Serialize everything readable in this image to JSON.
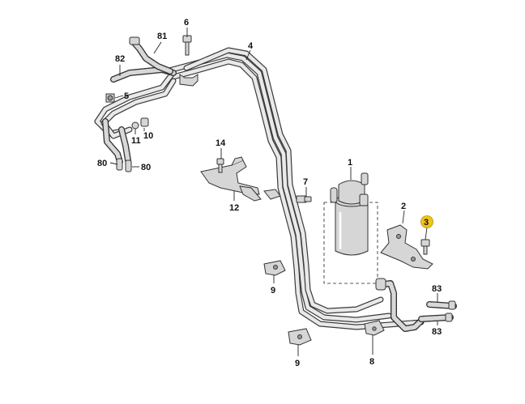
{
  "colors": {
    "line": "#333333",
    "part_fill": "#d6d6d6",
    "highlight": "#f0c419"
  },
  "callouts": {
    "c1": "1",
    "c2": "2",
    "c3": "3",
    "c4": "4",
    "c5": "5",
    "c6": "6",
    "c7": "7",
    "c8": "8",
    "c9a": "9",
    "c9b": "9",
    "c10": "10",
    "c11": "11",
    "c12": "12",
    "c14": "14",
    "c80a": "80",
    "c80b": "80",
    "c81": "81",
    "c82": "82",
    "c83a": "83",
    "c83b": "83"
  },
  "highlighted_callout": "3"
}
